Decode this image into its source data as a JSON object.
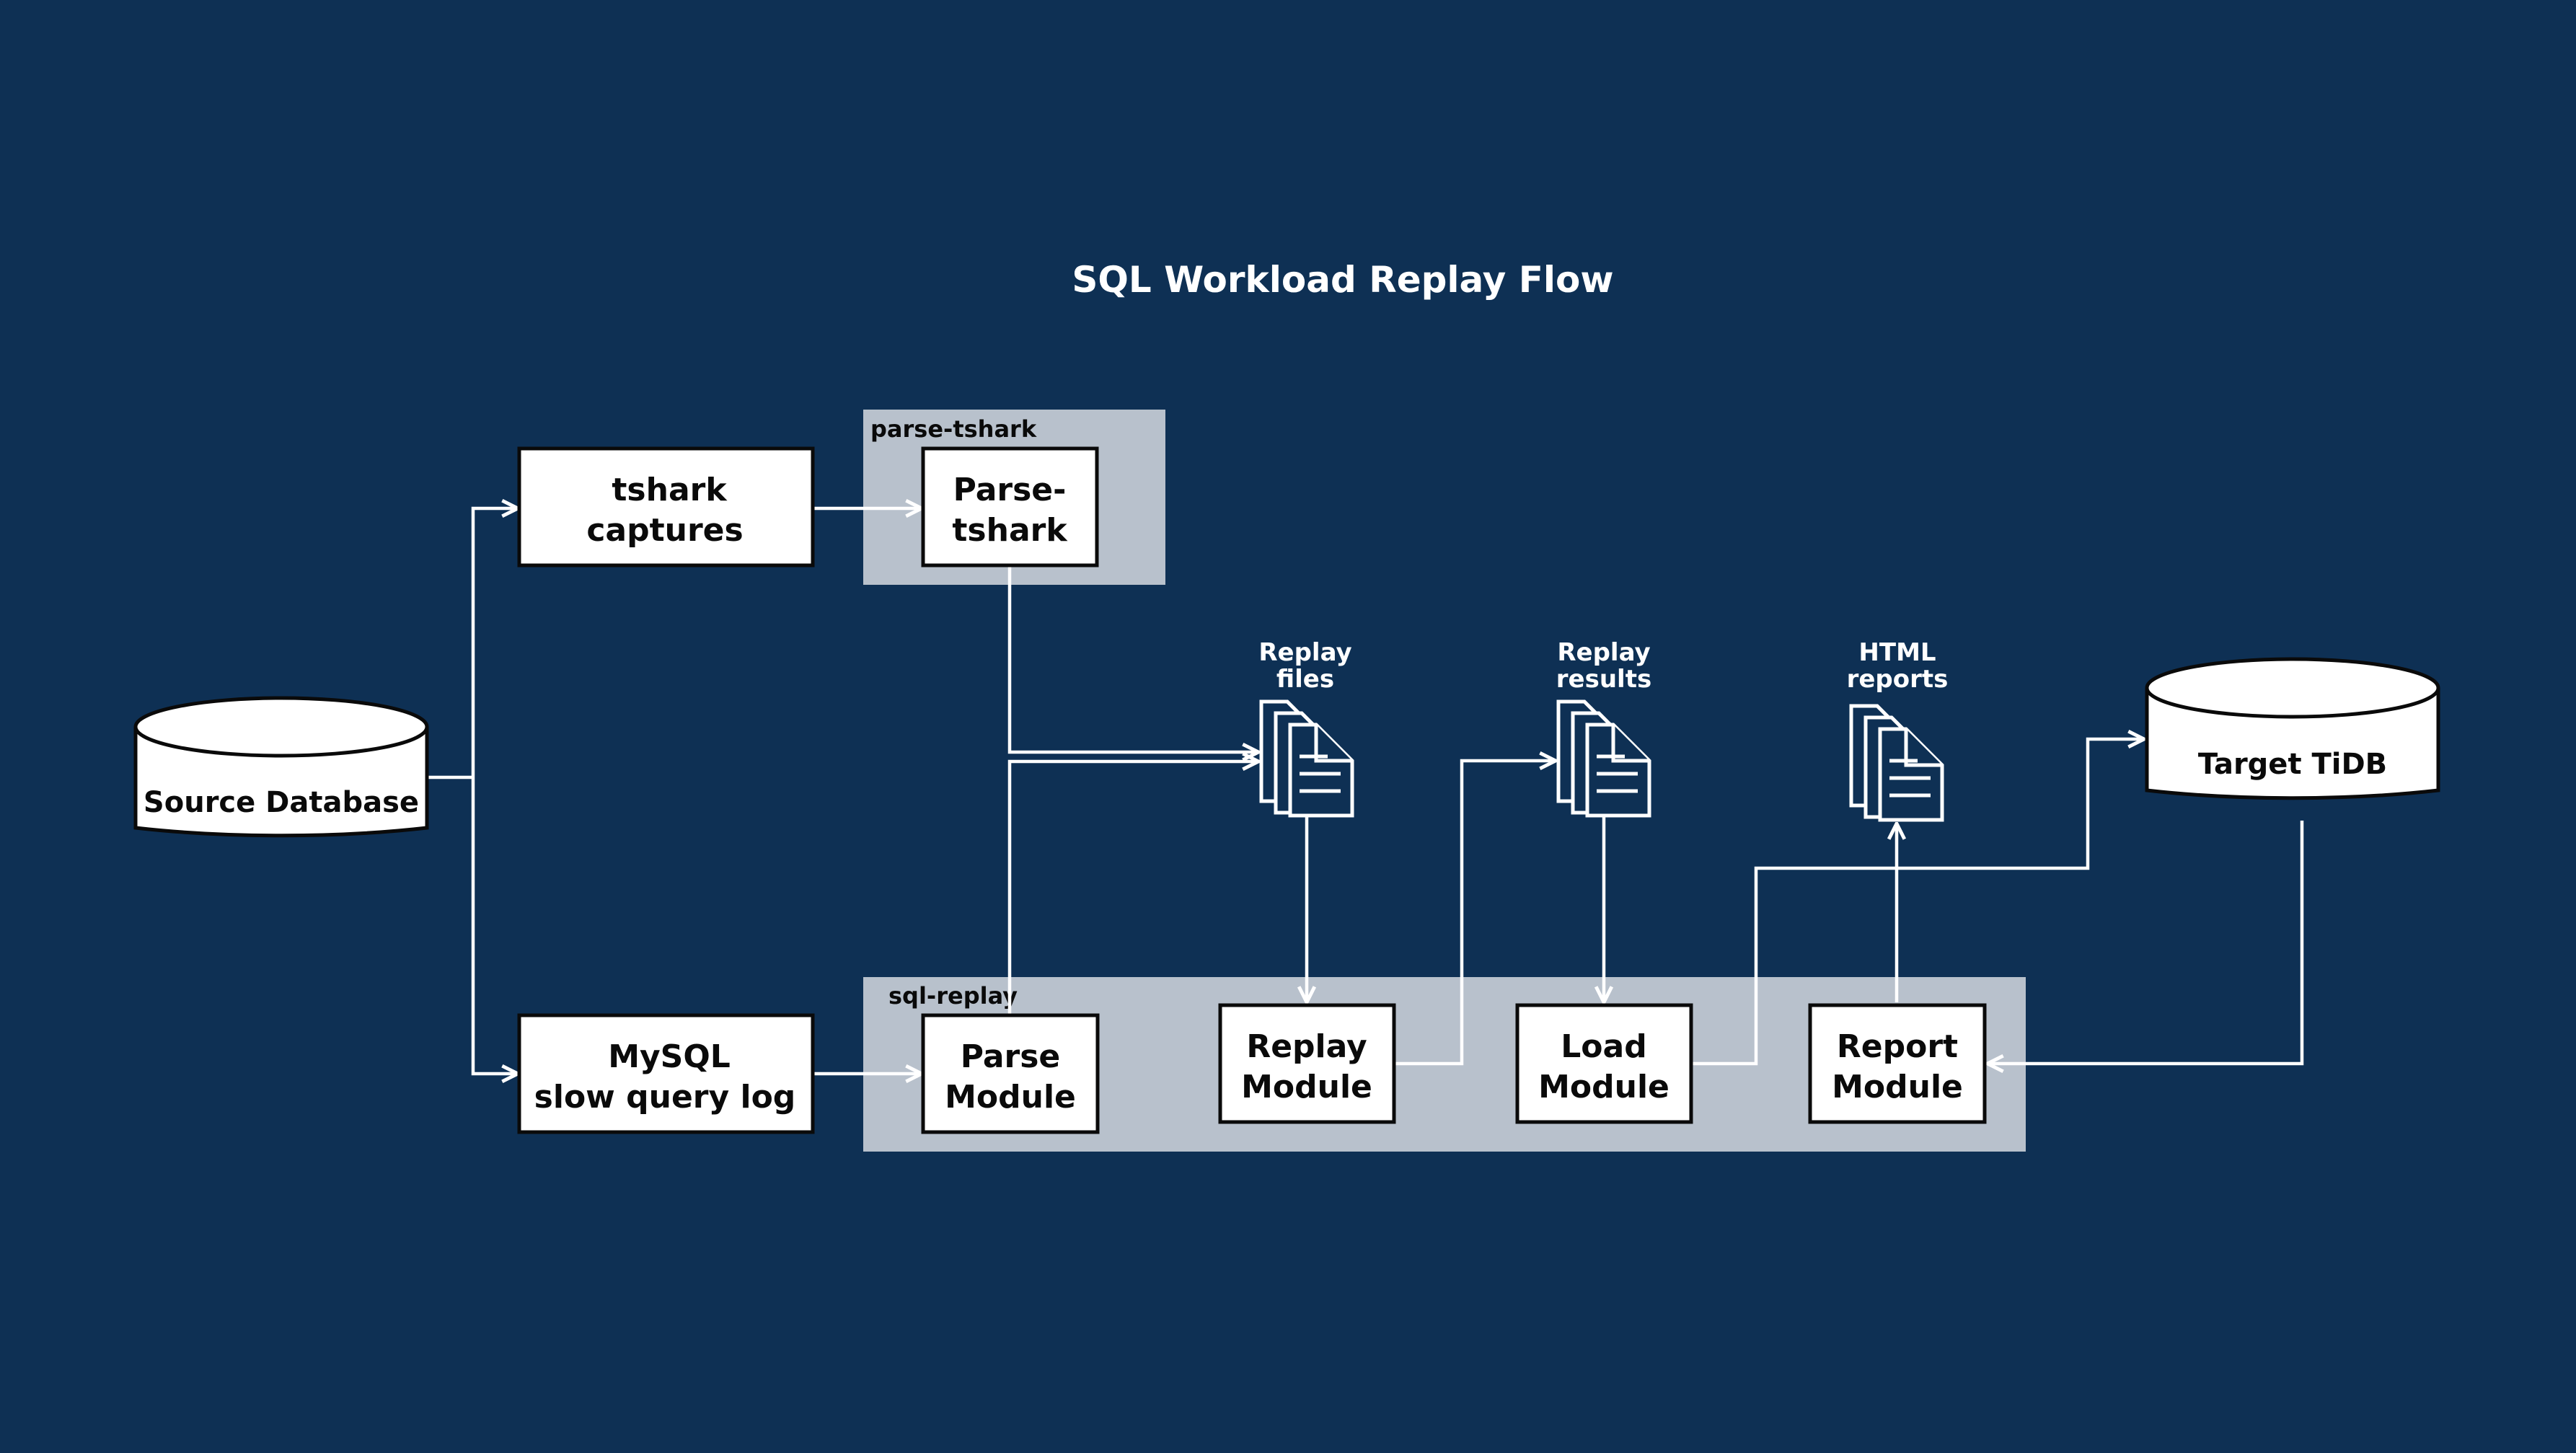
{
  "diagram": {
    "title": "SQL Workload Replay Flow",
    "colors": {
      "background": "#0e3054",
      "group_fill": "#b8c1cc",
      "node_fill": "#ffffff",
      "node_stroke": "#0a0a0a",
      "edge": "#ffffff",
      "text_light": "#ffffff",
      "text_dark": "#0a0a0a"
    },
    "groups": {
      "parse_tshark": "parse-tshark",
      "sql_replay": "sql-replay"
    },
    "nodes": {
      "source_db": "Source Database",
      "tshark_captures": [
        "tshark",
        "captures"
      ],
      "mysql_slowlog": [
        "MySQL",
        "slow query log"
      ],
      "parse_tshark": [
        "Parse-",
        "tshark"
      ],
      "parse_module": [
        "Parse",
        "Module"
      ],
      "replay_module": [
        "Replay",
        "Module"
      ],
      "load_module": [
        "Load",
        "Module"
      ],
      "report_module": [
        "Report",
        "Module"
      ],
      "target_tidb": "Target TiDB"
    },
    "artifacts": {
      "replay_files": [
        "Replay",
        "files"
      ],
      "replay_results": [
        "Replay",
        "results"
      ],
      "html_reports": [
        "HTML",
        "reports"
      ]
    }
  }
}
